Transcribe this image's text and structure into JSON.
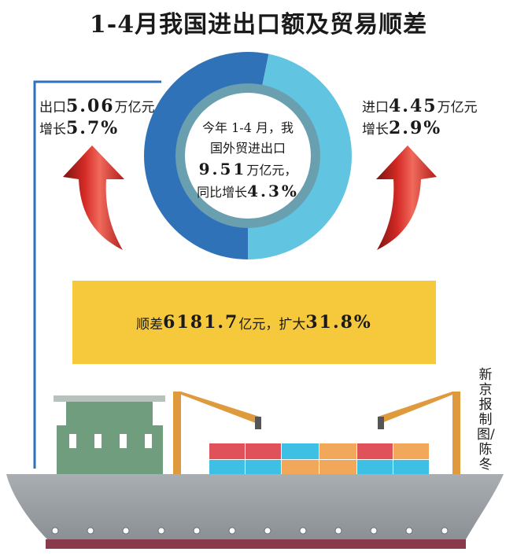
{
  "title": "1-4月我国进出口额及贸易顺差",
  "export": {
    "label_prefix": "出口",
    "value": "5.06",
    "unit": "万亿元",
    "growth_prefix": "增长",
    "growth": "5.7%"
  },
  "import": {
    "label_prefix": "进口",
    "value": "4.45",
    "unit": "万亿元",
    "growth_prefix": "增长",
    "growth": "2.9%"
  },
  "center": {
    "line1": "今年 1-4 月，我",
    "line2": "国外贸进出口",
    "value": "9.51",
    "value_unit": "万亿元，",
    "growth_prefix": "同比增长",
    "growth": "4.3%"
  },
  "surplus": {
    "prefix": "顺差",
    "value": "6181.7",
    "unit": "亿元，扩大",
    "growth": "31.8%"
  },
  "credit": "新京报制图/陈冬",
  "chart_data": {
    "type": "pie",
    "categories": [
      "出口",
      "进口"
    ],
    "values": [
      5.06,
      4.45
    ],
    "colors": [
      "#2f72b8",
      "#61c4e0"
    ]
  },
  "colors": {
    "export_blue": "#2f72b8",
    "import_cyan": "#61c4e0",
    "ring_inner": "#6a9fb0",
    "arrow_red": "#d42a25",
    "box_yellow": "#f5c93b",
    "hull_gray": "#9a9fa3",
    "hull_bottom": "#8a3a4a",
    "cabin_green": "#6f9d7e",
    "crane_orange": "#e09a3e"
  }
}
